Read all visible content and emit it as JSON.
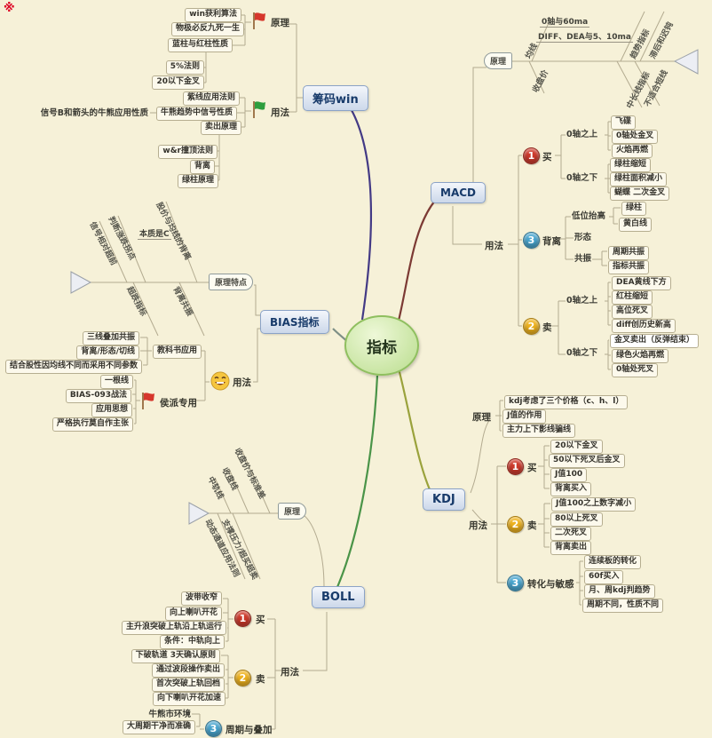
{
  "canvas": {
    "bg": "#f6f1d8"
  },
  "corner_mark": "※",
  "center": {
    "label": "指标"
  },
  "colors": {
    "win_branch": "#433a85",
    "macd_branch": "#7c3a34",
    "bias_branch": "#7e8f86",
    "kdj_branch": "#9aa23c",
    "boll_branch": "#4a9448",
    "badge_1": "#cd3a2c",
    "badge_2": "#efb31f",
    "badge_3": "#4aa6cf",
    "red_flag": "#d6372c",
    "green_flag": "#2e9e3e"
  },
  "branches": {
    "win": {
      "label": "筹码win",
      "principle": {
        "label": "原理",
        "items": [
          "win获利算法",
          "物极必反九死一生",
          "蓝柱与红柱性质"
        ],
        "blue_red_sub": [
          "5%法则",
          "20以下金叉"
        ]
      },
      "usage": {
        "label": "用法",
        "items": [
          "紫线应用法则",
          "牛熊趋势中信号性质",
          "卖出原理"
        ],
        "signal_note": "信号B和箭头的牛熊应用性质",
        "sell_sub": [
          "w&r撞顶法则",
          "背离",
          "绿柱原理"
        ]
      }
    },
    "macd": {
      "label": "MACD",
      "principle": {
        "label": "原理",
        "bones_top": [
          "均线",
          "趋势指标",
          "滞后和迟钝"
        ],
        "bones_bottom": [
          "收盘价",
          "中长线指标",
          "不适合短线"
        ],
        "ma_items": [
          "0轴与60ma",
          "DIFF、DEA与5、10ma"
        ]
      },
      "usage": {
        "label": "用法",
        "buy": {
          "num": "1",
          "label": "买",
          "above_label": "0轴之上",
          "above": [
            "飞碟",
            "0轴处金叉",
            "火焰再燃"
          ],
          "below_label": "0轴之下",
          "below": [
            "绿柱缩短",
            "绿柱面积减小",
            "蝴蝶 二次金叉"
          ]
        },
        "divergence": {
          "num": "3",
          "label": "背离",
          "low_label": "低位抬高",
          "low": [
            "绿柱",
            "黄白线"
          ],
          "shape_label": "形态",
          "res_label": "共振",
          "res": [
            "周期共振",
            "指标共振"
          ]
        },
        "sell": {
          "num": "2",
          "label": "卖",
          "above_label": "0轴之上",
          "above": [
            "DEA黄线下方",
            "红柱缩短",
            "高位死叉",
            "diff创历史新高"
          ],
          "below_label": "0轴之下",
          "below": [
            "金叉卖出（反弹结束）",
            "绿色火焰再燃",
            "0轴处死叉"
          ]
        }
      }
    },
    "bias": {
      "label": "BIAS指标",
      "principle": {
        "label": "原理特点",
        "bones_top": [
          "信号相对超前",
          "判断涨跌拐点",
          "股价与均线的背离"
        ],
        "essence": "本质是C",
        "bones_bottom": [
          "超跌指标",
          "背离共振"
        ]
      },
      "usage": {
        "label": "用法",
        "textbook": {
          "label": "教科书应用",
          "items": [
            "三线叠加共振",
            "背离/形态/切线",
            "结合股性因均线不同而采用不同参数"
          ]
        },
        "hou": {
          "label": "侯派专用",
          "items": [
            "一根线",
            "BIAS-093战法",
            "应用思想",
            "严格执行莫自作主张"
          ]
        }
      }
    },
    "kdj": {
      "label": "KDJ",
      "principle": {
        "label": "原理",
        "items": [
          "kdj考虑了三个价格（c、h、l）",
          "J值的作用",
          "主力上下影线骗线"
        ]
      },
      "usage": {
        "label": "用法",
        "buy": {
          "num": "1",
          "label": "买",
          "items": [
            "20以下金叉",
            "50以下死叉后金叉",
            "J值100",
            "背离买入"
          ]
        },
        "sell": {
          "num": "2",
          "label": "卖",
          "items": [
            "J值100之上数字减小",
            "80以上死叉",
            "二次死叉",
            "背离卖出"
          ]
        },
        "transform": {
          "num": "3",
          "label": "转化与敏感",
          "items": [
            "连续板的转化",
            "60f买入",
            "月、周kdj判趋势",
            "周期不同，性质不同"
          ]
        }
      }
    },
    "boll": {
      "label": "BOLL",
      "principle": {
        "label": "原理",
        "bones_top": [
          "中轨线",
          "收盘线",
          "收盘价与标准差"
        ],
        "bones_bottom": [
          "动态通道应用法则",
          "支撑压力/超买超卖"
        ]
      },
      "usage": {
        "label": "用法",
        "buy": {
          "num": "1",
          "label": "买",
          "items": [
            "波带收窄",
            "向上喇叭开花",
            "主升浪突破上轨沿上轨运行",
            "条件：中轨向上"
          ]
        },
        "sell": {
          "num": "2",
          "label": "卖",
          "items": [
            "下破轨道 3天确认原则",
            "通过波段操作卖出",
            "首次突破上轨回档",
            "向下喇叭开花加速"
          ]
        },
        "cycle": {
          "num": "3",
          "label": "周期与叠加",
          "items": [
            "牛熊市环境",
            "大周期干净而准确"
          ]
        }
      }
    }
  }
}
